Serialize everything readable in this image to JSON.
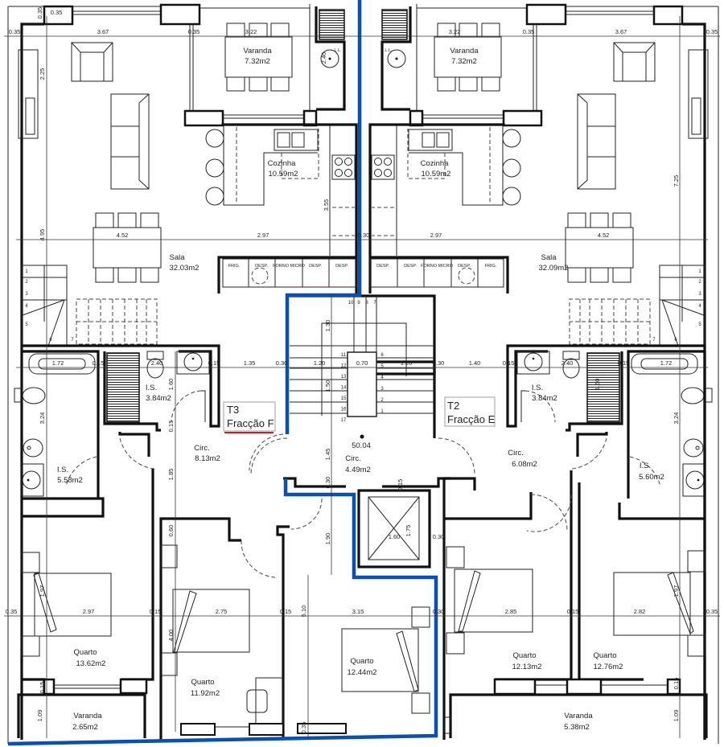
{
  "colors": {
    "boundary": "#0a4fb4",
    "underline": "#d9191c",
    "walls": "#111111"
  },
  "units": {
    "left": {
      "type": "T3",
      "name": "Fracção F"
    },
    "right": {
      "type": "T2",
      "name": "Fracção E"
    }
  },
  "rooms": {
    "varanda_top_left": {
      "name": "Varanda",
      "area": "7.32m2"
    },
    "varanda_top_right": {
      "name": "Varanda",
      "area": "7.32m2"
    },
    "cozinha_left": {
      "name": "Cozinha",
      "area": "10.59m2"
    },
    "cozinha_right": {
      "name": "Cozinha",
      "area": "10.59m2"
    },
    "sala_left": {
      "name": "Sala",
      "area": "32.03m2"
    },
    "sala_right": {
      "name": "Sala",
      "area": "32.09m2"
    },
    "is_small_left": {
      "name": "I.S.",
      "area": "3.84m2"
    },
    "is_small_right": {
      "name": "I.S.",
      "area": "3.84m2"
    },
    "is_large_left": {
      "name": "I.S.",
      "area": "5.58m2"
    },
    "is_large_right": {
      "name": "I.S.",
      "area": "5.60m2"
    },
    "circ_left": {
      "name": "Circ.",
      "area": "8.13m2"
    },
    "circ_common": {
      "name": "Circ.",
      "area": "4.49m2",
      "level": "50.04"
    },
    "circ_right": {
      "name": "Circ.",
      "area": "6.08m2"
    },
    "quarto_1": {
      "name": "Quarto",
      "area": "13.62m2"
    },
    "quarto_2": {
      "name": "Quarto",
      "area": "11.92m2"
    },
    "quarto_3": {
      "name": "Quarto",
      "area": "12.44m2"
    },
    "quarto_4": {
      "name": "Quarto",
      "area": "12.13m2"
    },
    "quarto_5": {
      "name": "Quarto",
      "area": "12.76m2"
    },
    "varanda_bottom_left": {
      "name": "Varanda",
      "area": "2.65m2"
    },
    "varanda_bottom_right": {
      "name": "Varanda",
      "area": "5.38m2"
    }
  },
  "kitchen_units": {
    "left": [
      "FRIG.",
      "DESP.",
      "FORNO MICRO",
      "DESP.",
      "DESP."
    ],
    "right": [
      "DESP.",
      "DESP.",
      "FORNO MICRO",
      "DESP.",
      "FRIG."
    ]
  },
  "appliance_tag": "L.L.",
  "dimensions": [
    "0.35",
    "3.67",
    "0.35",
    "3.22",
    "2.40",
    "3.22",
    "0.35",
    "3.67",
    "0.35",
    "0.35",
    "2.25",
    "4.95",
    "3.55",
    "7.25",
    "4.52",
    "2.97",
    "0.30",
    "2.97",
    "4.52",
    "1.72",
    "0.15",
    "2.40",
    "0.15",
    "1.35",
    "0.30",
    "1.20",
    "0.70",
    "1.20",
    "0.30",
    "1.40",
    "0.15",
    "2.40",
    "0.15",
    "1.72",
    "1.30",
    "1.50",
    "1.45",
    "0.30",
    "0.15",
    "3.24",
    "3.24",
    "1.60",
    "1.60",
    "0.15",
    "1.85",
    "0.60",
    "1.90",
    "1.75",
    "1.60",
    "0.30",
    "0.35",
    "2.97",
    "0.15",
    "2.75",
    "0.15",
    "3.15",
    "0.30",
    "2.85",
    "0.15",
    "2.82",
    "0.35",
    "1.97",
    "1.97",
    "4.00",
    "5.10",
    "0.15",
    "1.09",
    "0.35",
    "0.15",
    "1.09",
    "0.35"
  ],
  "stairs": {
    "core_upper": [
      "10",
      "9",
      "8",
      "7"
    ],
    "core_left": [
      "11",
      "12",
      "13",
      "14",
      "15",
      "16",
      "17"
    ],
    "core_right": [
      "6",
      "5",
      "4",
      "3",
      "2",
      "1"
    ],
    "private": [
      "1",
      "2",
      "3",
      "4",
      "5",
      "6",
      "7"
    ]
  }
}
